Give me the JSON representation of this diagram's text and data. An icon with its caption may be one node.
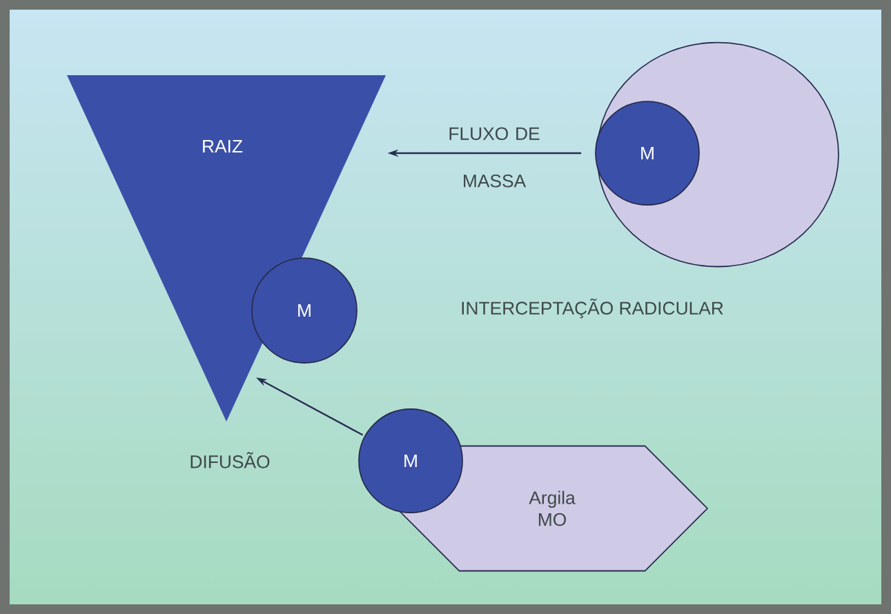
{
  "diagram": {
    "nodes": [
      {
        "text": [
          "RAIZ"
        ]
      },
      {
        "text": [],
        "shape": "circle"
      },
      {
        "text": [
          "M"
        ],
        "in": 1
      },
      {
        "text": [
          "M"
        ]
      },
      {
        "text": [
          "M"
        ]
      },
      {
        "text": [
          "Argila MO"
        ]
      }
    ],
    "edges": [
      {
        "from": 2,
        "to": 0,
        "arrow": "to",
        "label": "FLUXO DE MASSA"
      },
      {
        "from": 4,
        "to": 0,
        "arrow": "to"
      }
    ],
    "labels": [
      "INTERCEPTAÇÃO RADICULAR",
      "DIFUSÃO"
    ]
  }
}
